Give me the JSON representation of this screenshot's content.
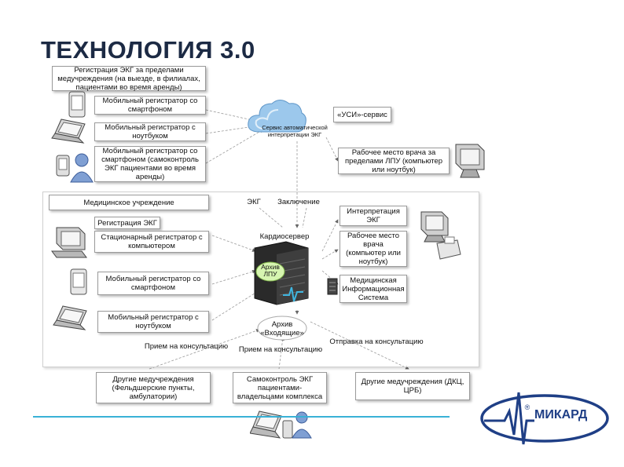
{
  "title": "ТЕХНОЛОГИЯ 3.0",
  "outside": {
    "header": "Регистрация ЭКГ за пределами медучреждения (на выезде, в филиалах, пациентами во время аренды)",
    "mobile_smartphone": "Мобильный регистратор со смартфоном",
    "mobile_laptop": "Мобильный регистратор с ноутбуком",
    "mobile_self": "Мобильный регистратор со смартфоном (самоконтроль ЭКГ пациентами во время аренды)"
  },
  "cloud": {
    "label": "Сервис автоматической интерпретации ЭКГ",
    "usi": "«УСИ»-сервис"
  },
  "remote_workplace": "Рабочее место врача за пределами ЛПУ (компьютер или ноутбук)",
  "facility": {
    "label": "Медицинское учреждение",
    "registration": "Регистрация ЭКГ",
    "stationary": "Стационарный регистратор с компьютером",
    "mobile_smartphone": "Мобильный регистратор со смартфоном",
    "mobile_laptop": "Мобильный регистратор с ноутбуком",
    "ecg": "ЭКГ",
    "conclusion": "Заключение",
    "cardioserver": "Кардиосервер",
    "archive_lpu": "Архив ЛПУ",
    "archive_incoming": "Архив «Входящие»",
    "interpretation": "Интерпретация ЭКГ",
    "workplace": "Рабочее место врача (компьютер или ноутбук)",
    "mis": "Медицинская Информационная Система",
    "consult_receive_1": "Прием на консультацию",
    "consult_receive_2": "Прием на консультацию",
    "consult_send": "Отправка на консультацию"
  },
  "bottom": {
    "other_fap": "Другие медучреждения (Фельдшерские пункты, амбулатории)",
    "self_control": "Самоконтроль ЭКГ пациентами-владельцами комплекса",
    "other_dkc": "Другие медучреждения (ДКЦ, ЦРБ)"
  },
  "logo": {
    "text": "МИКАРД",
    "mark": "®"
  },
  "colors": {
    "title": "#1c2a44",
    "accent_line": "#39b1d6",
    "logo": "#1f3f86",
    "cloud": "#8bbde6",
    "archive": "#d6f5b0"
  }
}
